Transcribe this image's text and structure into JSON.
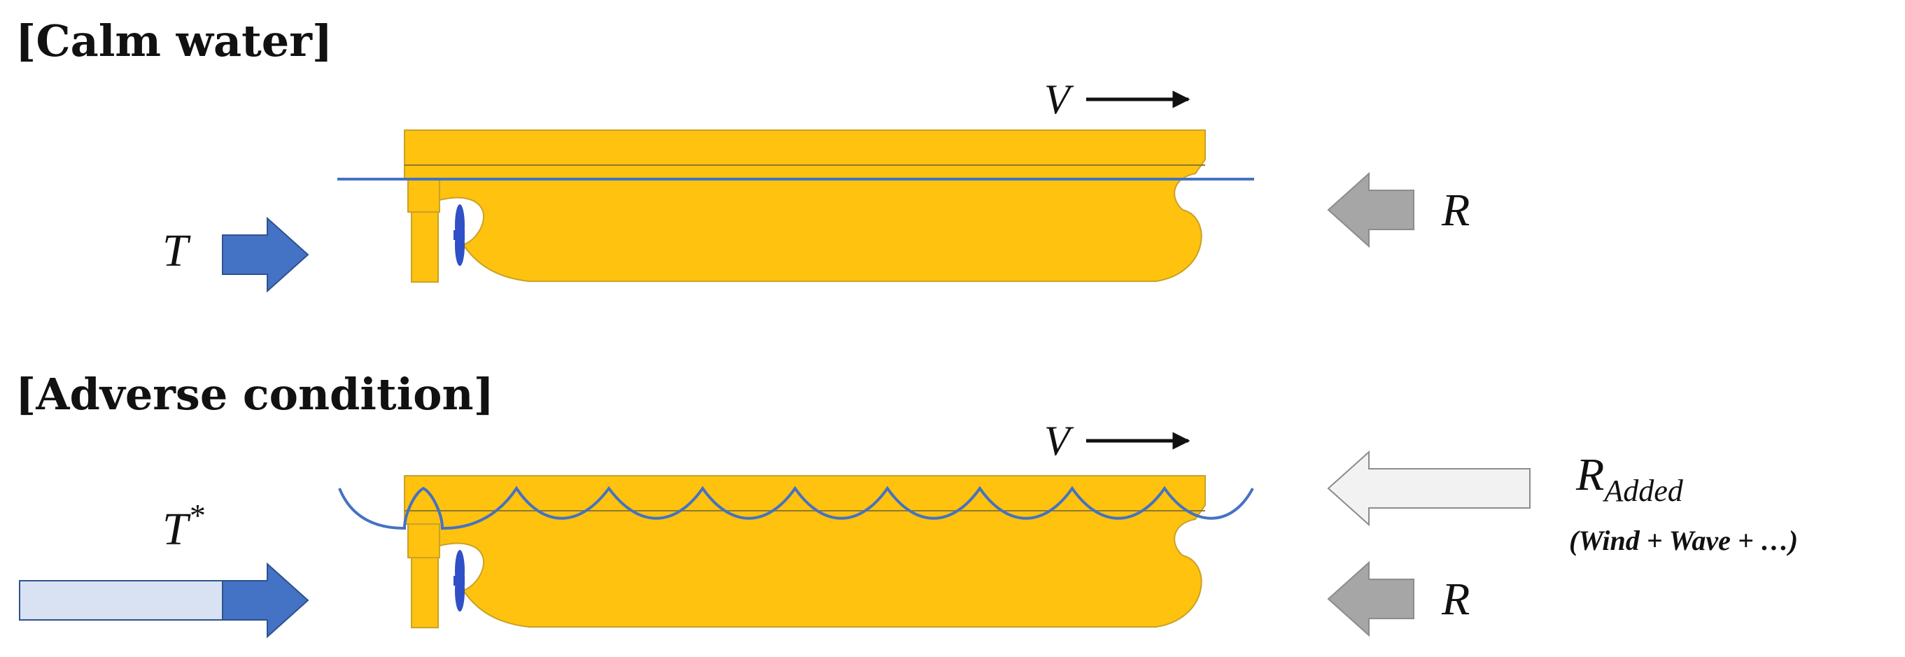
{
  "panels": {
    "calm": {
      "heading": "[Calm water]",
      "velocity_label": "V",
      "thrust_label": "T",
      "resistance_label": "R"
    },
    "adverse": {
      "heading": "[Adverse condition]",
      "velocity_label": "V",
      "thrust_label": "T",
      "thrust_superscript": "*",
      "added_resistance_label": "R",
      "added_resistance_subscript": "Added",
      "added_resistance_note": "(Wind + Wave + …)",
      "resistance_label": "R"
    }
  },
  "colors": {
    "hull": "#FFC20E",
    "hull_outline": "#C9A227",
    "waterline": "#4472C4",
    "thrust_arrow": "#4472C4",
    "thrust_extension": "#D9E2F3",
    "resistance_arrow": "#A6A6A6",
    "added_resistance_arrow": "#F2F2F2",
    "propeller": "#3050C8"
  }
}
